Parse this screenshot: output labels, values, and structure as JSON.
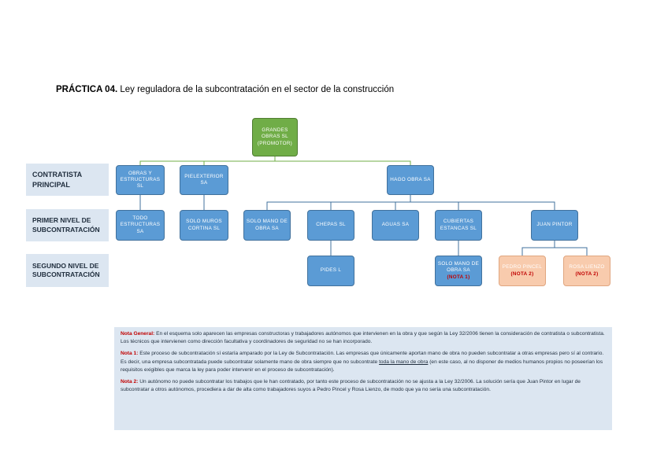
{
  "title": {
    "bold": "PRÁCTICA 04.",
    "rest": " Ley reguladora de la subcontratación en el sector de la construcción"
  },
  "row_labels": {
    "contratista": "CONTRATISTA PRINCIPAL",
    "primer": "PRIMER NIVEL DE SUBCONTRATACIÓN",
    "segundo": "SEGUNDO NIVEL DE SUBCONTRATACIÓN"
  },
  "nodes": {
    "promotor": "GRANDES OBRAS SL (PROMOTOR)",
    "obras_estructuras": "OBRAS Y ESTRUCTURAS SL",
    "pielexterior": "PIELEXTERIOR SA",
    "hago_obra": "HAGO OBRA SA",
    "todo_estructuras": "TODO ESTRUCTURAS SA",
    "solo_muros": "SOLO MUROS CORTINA SL",
    "solo_mano_1": "SOLO MANO DE OBRA SA",
    "chepas": "CHEPAS SL",
    "aguas": "AGUAS SA",
    "cubiertas": "CUBIERTAS ESTANCAS SL",
    "juan_pintor": "JUAN PINTOR",
    "pides": "PIDES L",
    "solo_mano_2": "SOLO MANO DE OBRA SA",
    "solo_mano_2_nota": "(NOTA 1)",
    "pedro": "PEDRO PINCEL",
    "pedro_nota": "(NOTA 2)",
    "rosa": "ROSA LIENZO",
    "rosa_nota": "(NOTA 2)"
  },
  "notes": {
    "general_label": "Nota General:",
    "general_text": " En el esquema solo aparecen las empresas constructoras y trabajadores autónomos que intervienen en la obra y que según la Ley 32/2006 tienen la consideración de contratista o subcontratista. Los técnicos que intervienen como dirección facultativa y coordinadores de seguridad no se han incorporado.",
    "nota1_label": "Nota 1:",
    "nota1_text_a": " Este proceso de subcontratación sí estaría amparado por la Ley de Subcontratación. Las empresas que únicamente aportan mano de obra no pueden subcontratar a otras empresas pero sí al contrario. Es decir, una empresa subcontratada puede subcontratar solamente mano de obra siempre que no subcontrate ",
    "nota1_underline": "toda la mano de obra",
    "nota1_text_b": " (en este caso, al no disponer de medios humanos propios no poseerían los requisitos exigibles que marca la ley para poder intervenir en el proceso de subcontratación).",
    "nota2_label": "Nota 2:",
    "nota2_text": " Un autónomo no puede subcontratar los trabajos que le han contratado, por tanto este proceso de subcontratación no se ajusta a la Ley 32/2006. La solución sería que Juan Pintor en lugar de subcontratar a otros autónomos, procediera a dar de alta como trabajadores suyos a Pedro Pincel y Rosa Lienzo, de modo que ya no sería una subcontratación."
  },
  "colors": {
    "node_blue": "#5b9bd5",
    "node_green": "#70ad47",
    "node_peach": "#f8cbad",
    "label_bg": "#dce6f1",
    "nota_red": "#c00000",
    "line_blue": "#41719c",
    "line_green": "#70ad47"
  }
}
